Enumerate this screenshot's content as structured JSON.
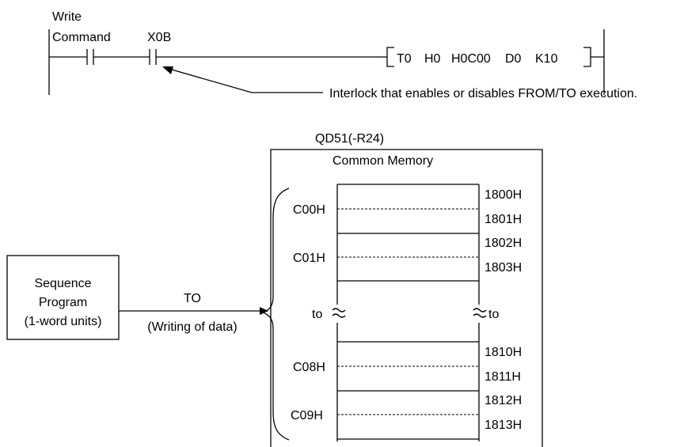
{
  "ladder": {
    "contact1_label_line1": "Write",
    "contact1_label_line2": "Command",
    "contact2_label": "X0B",
    "instruction": {
      "operands": [
        "T0",
        "H0",
        "H0C00",
        "D0",
        "K10"
      ]
    },
    "interlock_note": "Interlock that enables or disables FROM/TO execution."
  },
  "module": {
    "name": "QD51(-R24)",
    "memory_title": "Common Memory"
  },
  "sequence_program": {
    "line1": "Sequence",
    "line2": "Program",
    "line3": "(1-word units)"
  },
  "transfer": {
    "label": "TO",
    "sublabel": "(Writing of data)"
  },
  "address_suffix": "H",
  "memory_map": {
    "buffer_addresses": [
      {
        "value": "C00"
      },
      {
        "value": "C01"
      },
      {
        "value": "C08"
      },
      {
        "value": "C09"
      }
    ],
    "module_addresses": [
      {
        "value": "1800"
      },
      {
        "value": "1801"
      },
      {
        "value": "1802"
      },
      {
        "value": "1803"
      },
      {
        "value": "1810"
      },
      {
        "value": "1811"
      },
      {
        "value": "1812"
      },
      {
        "value": "1813"
      }
    ],
    "ellipsis_left": "to",
    "ellipsis_right": "to"
  }
}
